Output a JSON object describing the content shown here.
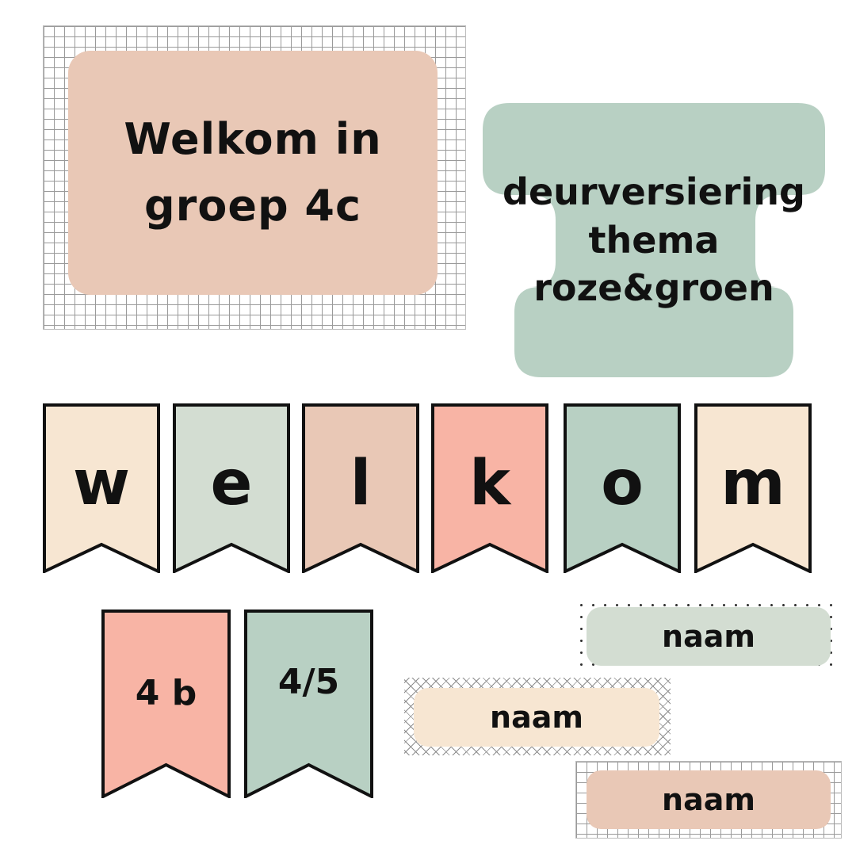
{
  "welcome_sign": {
    "line1": "Welkom in",
    "line2": "groep 4c"
  },
  "theme_sign": {
    "line1": "deurversiering",
    "line2": "thema",
    "line3": "roze&groen"
  },
  "banner": {
    "letters": [
      "w",
      "e",
      "l",
      "k",
      "o",
      "m"
    ],
    "colors": [
      "#f7e6d2",
      "#d3ddd2",
      "#e9c8b6",
      "#f8b4a5",
      "#b8d0c3",
      "#f7e6d2"
    ]
  },
  "small_flags": {
    "labels": [
      "4 b",
      "4/5"
    ],
    "colors": [
      "#f8b4a5",
      "#b8d0c3"
    ]
  },
  "name_tags": {
    "labels": [
      "naam",
      "naam",
      "naam"
    ],
    "colors": [
      "#d3ddd2",
      "#f7e6d2",
      "#e9c8b6"
    ]
  },
  "palette": {
    "peach": "#e9c8b6",
    "sage": "#b8d0c3",
    "cream": "#f7e6d2",
    "pink": "#f8b4a5",
    "outline": "#111111"
  }
}
